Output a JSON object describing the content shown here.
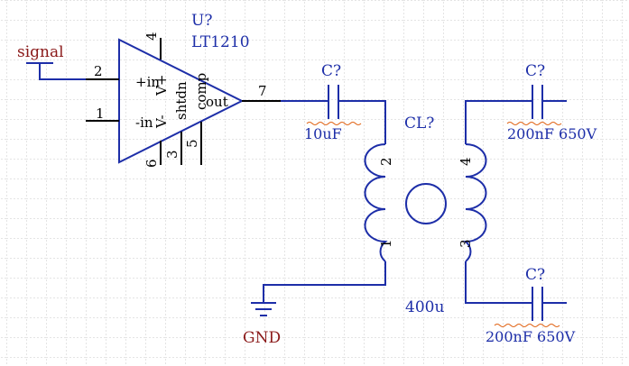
{
  "schematic": {
    "opamp": {
      "designator": "U?",
      "part": "LT1210",
      "pins": {
        "in_plus_num": "2",
        "in_minus_num": "1",
        "out_num": "7",
        "vplus_num": "4",
        "vminus_num": "6",
        "shtdn_num": "3",
        "comp_num": "5"
      },
      "pin_labels": {
        "in_plus": "+in",
        "in_minus": "-in",
        "out": "out",
        "vplus": "V+",
        "vminus": "V-",
        "shtdn": "shtdn",
        "comp": "comp"
      }
    },
    "signal_port": {
      "label": "signal"
    },
    "coupling_cap": {
      "designator": "C?",
      "value": "10uF"
    },
    "coupled_inductor": {
      "designator": "CL?",
      "value": "400u",
      "pins": {
        "p1": "1",
        "p2": "2",
        "p3": "3",
        "p4": "4"
      }
    },
    "cap_top": {
      "designator": "C?",
      "value": "200nF 650V"
    },
    "cap_bottom": {
      "designator": "C?",
      "value": "200nF 650V"
    },
    "ground": {
      "label": "GND"
    },
    "colors": {
      "wire": "#1d2ea8",
      "net_label": "#8b1a1a",
      "grid": "#c8c8c8",
      "pin_text": "#000000"
    }
  }
}
